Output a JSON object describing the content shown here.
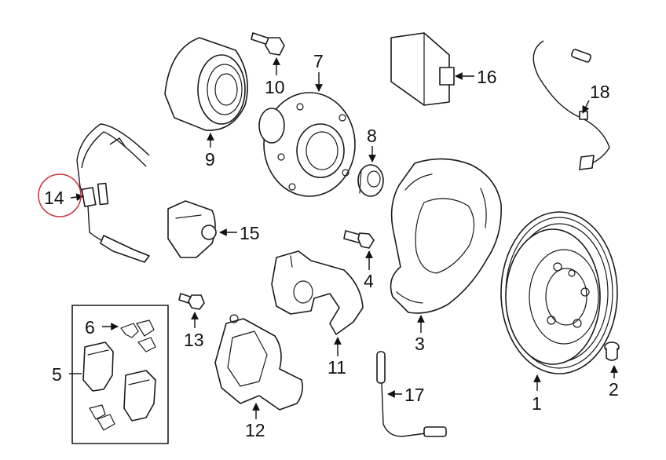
{
  "diagram": {
    "highlight_color": "#c8323c",
    "line_color": "#1a1a1a",
    "highlighted_callout": "14",
    "callouts": [
      {
        "id": "c1",
        "label": "1"
      },
      {
        "id": "c2",
        "label": "2"
      },
      {
        "id": "c3",
        "label": "3"
      },
      {
        "id": "c4",
        "label": "4"
      },
      {
        "id": "c5",
        "label": "5"
      },
      {
        "id": "c6",
        "label": "6"
      },
      {
        "id": "c7",
        "label": "7"
      },
      {
        "id": "c8",
        "label": "8"
      },
      {
        "id": "c9",
        "label": "9"
      },
      {
        "id": "c10",
        "label": "10"
      },
      {
        "id": "c11",
        "label": "11"
      },
      {
        "id": "c12",
        "label": "12"
      },
      {
        "id": "c13",
        "label": "13"
      },
      {
        "id": "c14",
        "label": "14"
      },
      {
        "id": "c15",
        "label": "15"
      },
      {
        "id": "c16",
        "label": "16"
      },
      {
        "id": "c17",
        "label": "17"
      },
      {
        "id": "c18",
        "label": "18"
      }
    ]
  }
}
